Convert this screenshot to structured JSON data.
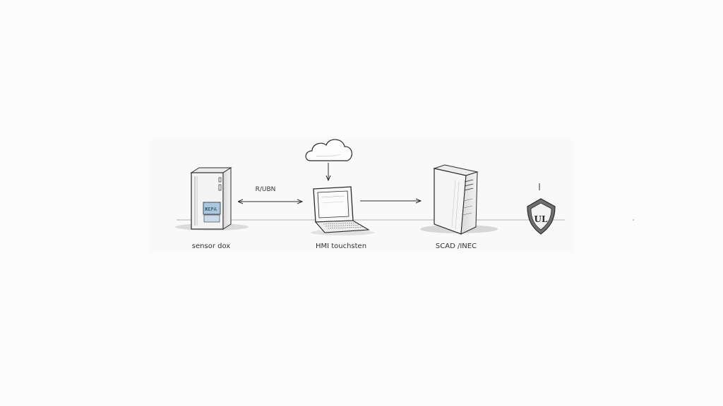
{
  "nodes": {
    "sensor_box": {
      "label": "sensor dox",
      "panel_text": "ЖЕРА"
    },
    "cloud": {
      "label": ""
    },
    "hmi_touchscreen": {
      "label": "HMI touchsten"
    },
    "scada_server": {
      "label": "SCAD /INEC"
    },
    "security_shield": {
      "label": "",
      "emblem": "UL"
    }
  },
  "connections": [
    {
      "from": "sensor_box",
      "to": "hmi_touchscreen",
      "direction": "bidirectional",
      "label": "R/UBN"
    },
    {
      "from": "cloud",
      "to": "hmi_touchscreen",
      "direction": "down",
      "label": ""
    },
    {
      "from": "hmi_touchscreen",
      "to": "scada_server",
      "direction": "right",
      "label": ""
    }
  ],
  "style": {
    "ink": "#2a2a2a",
    "accent_blue": "#8fb4cf",
    "background": "#fbfbfb"
  }
}
